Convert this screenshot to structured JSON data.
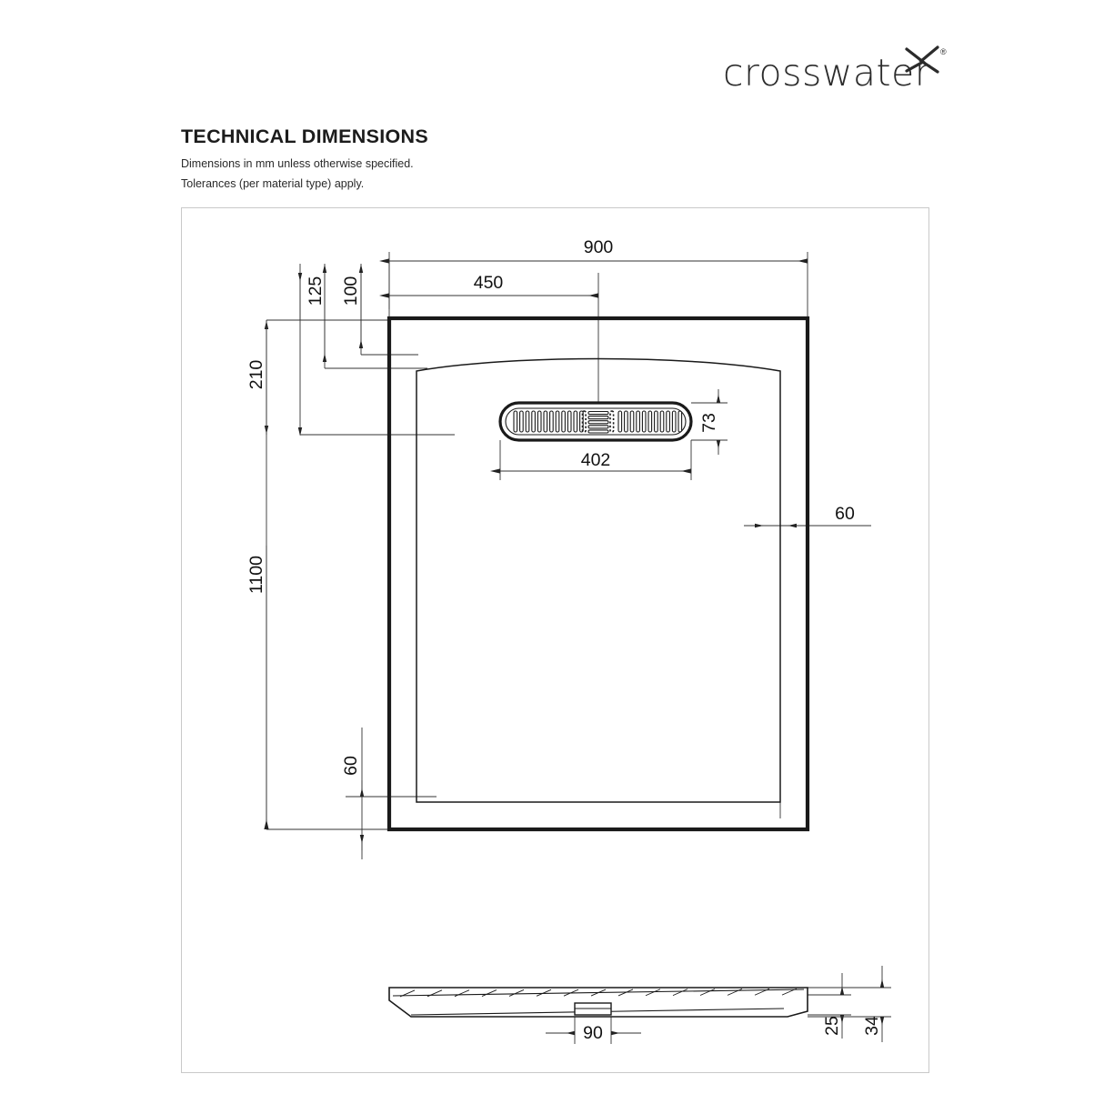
{
  "brand": {
    "wordmark": "crosswater",
    "trademark": "®",
    "mark_icon": "x-cross-icon"
  },
  "header": {
    "title": "TECHNICAL DIMENSIONS",
    "subtitle_line_1": "Dimensions in mm unless otherwise specified.",
    "subtitle_line_2": "Tolerances (per material type) apply."
  },
  "drawing": {
    "product": "shower-tray",
    "units": "mm",
    "plan_view": {
      "overall_width": "900",
      "overall_depth": "1100",
      "drain_centre_from_left": "450",
      "drain_offset_a": "125",
      "drain_offset_b": "100",
      "drain_zone_depth": "210",
      "grate_length": "402",
      "grate_width": "73",
      "border_right": "60",
      "border_bottom": "60"
    },
    "section_view": {
      "drain_width": "90",
      "inner_height": "25",
      "overall_height": "34"
    }
  },
  "colors": {
    "frame": "#c9c9c9",
    "outline": "#1a1a1a",
    "dimension_line": "#333333",
    "text": "#111111"
  }
}
